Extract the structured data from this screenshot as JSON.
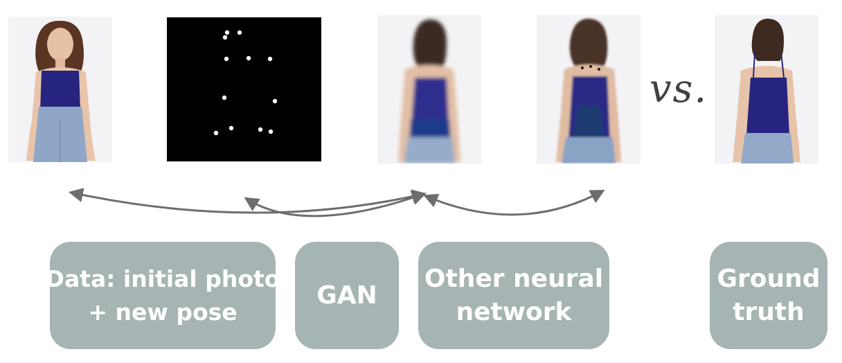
{
  "vs_label": "vs.",
  "boxes": {
    "data": {
      "line1": "Data: initial photo",
      "line2": "+ new pose"
    },
    "gan": {
      "line1": "GAN"
    },
    "other": {
      "line1": "Other neural",
      "line2": "network"
    },
    "truth": {
      "line1": "Ground",
      "line2": "truth"
    }
  },
  "colors": {
    "box_fill": "#a6b5b3",
    "box_text": "#ffffff",
    "arrow": "#6d6d6d",
    "top_blue": "#27247f",
    "jeans": "#8fa6c6",
    "pose_background": "#000000",
    "pose_points": "#ffffff"
  },
  "icons": {
    "initial_photo": "person-front-view-photo",
    "pose_map": "pose-keypoint-map",
    "gan_output": "person-back-view-blurry",
    "other_output": "person-back-view-artifacts",
    "ground_truth": "person-back-view-photo"
  }
}
